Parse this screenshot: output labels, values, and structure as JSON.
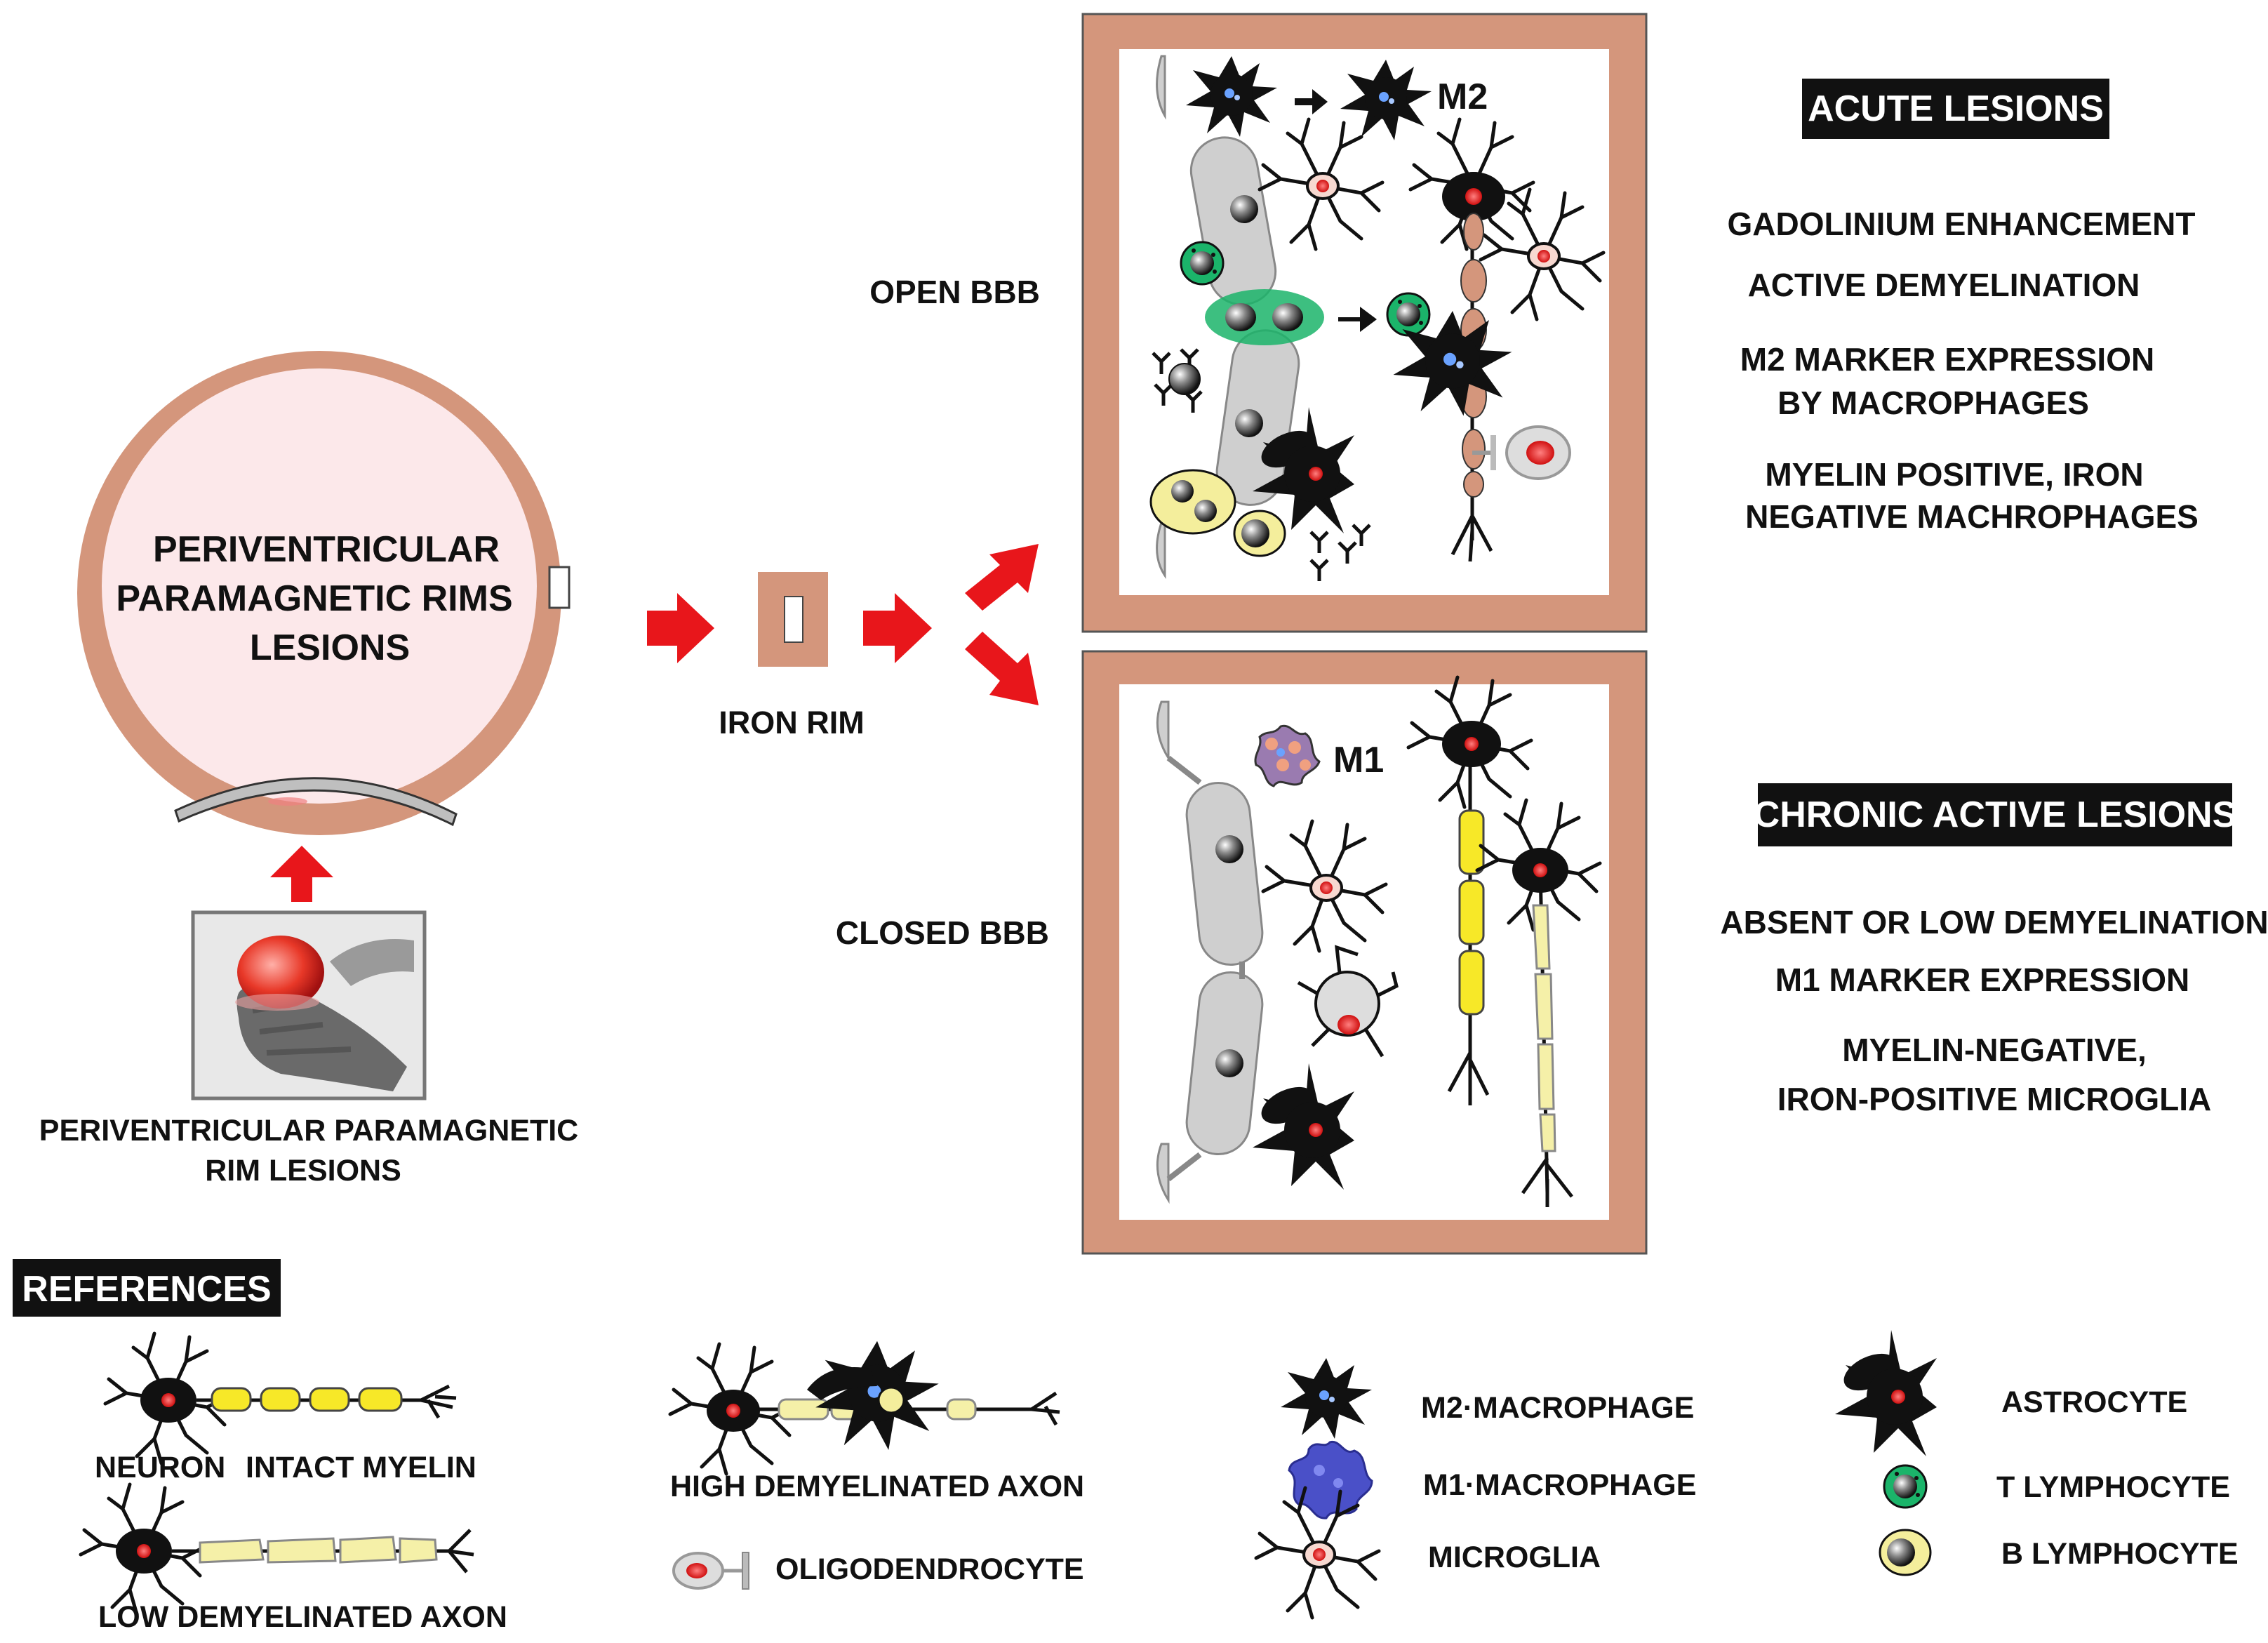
{
  "main_lesion": {
    "title_lines": [
      "PERIVENTRICULAR",
      "PARAMAGNETIC RIMS",
      "LESIONS"
    ]
  },
  "mri_caption": {
    "lines": [
      "PERIVENTRICULAR PARAMAGNETIC",
      "RIM LESIONS"
    ]
  },
  "iron_rim_label": "IRON RIM",
  "barrier_labels": {
    "open": "OPEN BBB",
    "closed": "CLOSED BBB"
  },
  "panel_labels": {
    "m2": "M2",
    "m1": "M1"
  },
  "acute": {
    "header": "ACUTE LESIONS",
    "lines": [
      "GADOLINIUM ENHANCEMENT",
      "ACTIVE DEMYELINATION",
      "M2 MARKER EXPRESSION",
      "BY MACROPHAGES",
      "MYELIN POSITIVE, IRON",
      "NEGATIVE MACHROPHAGES"
    ]
  },
  "chronic": {
    "header": "CHRONIC ACTIVE LESIONS",
    "lines": [
      "ABSENT OR LOW  DEMYELINATION",
      "M1 MARKER EXPRESSION",
      "MYELIN-NEGATIVE,",
      "IRON-POSITIVE MICROGLIA"
    ]
  },
  "references": {
    "header": "REFERENCES",
    "neuron": "NEURON",
    "intact_myelin": "INTACT MYELIN",
    "low_demyelinated": "LOW  DEMYELINATED AXON",
    "high_demyelinated": "HIGH DEMYELINATED AXON",
    "oligodendrocyte": "OLIGODENDROCYTE",
    "m2_macrophage": "M2·MACROPHAGE",
    "m1_macrophage": "M1·MACROPHAGE",
    "microglia": "MICROGLIA",
    "astrocyte": "ASTROCYTE",
    "t_lymphocyte": "T LYMPHOCYTE",
    "b_lymphocyte": "B LYMPHOCYTE"
  },
  "colors": {
    "rim": "#d4967c",
    "lesion_fill": "#fce8ea",
    "arrow": "#e8161b",
    "myelin": "#f7e828",
    "pale_myelin": "#f5f0a8",
    "vessel": "#cfcfcf",
    "t_cell": "#1bb46a",
    "b_cell": "#f4ee9c",
    "m1": "#4a50c8",
    "nucleus": "#e02323"
  }
}
